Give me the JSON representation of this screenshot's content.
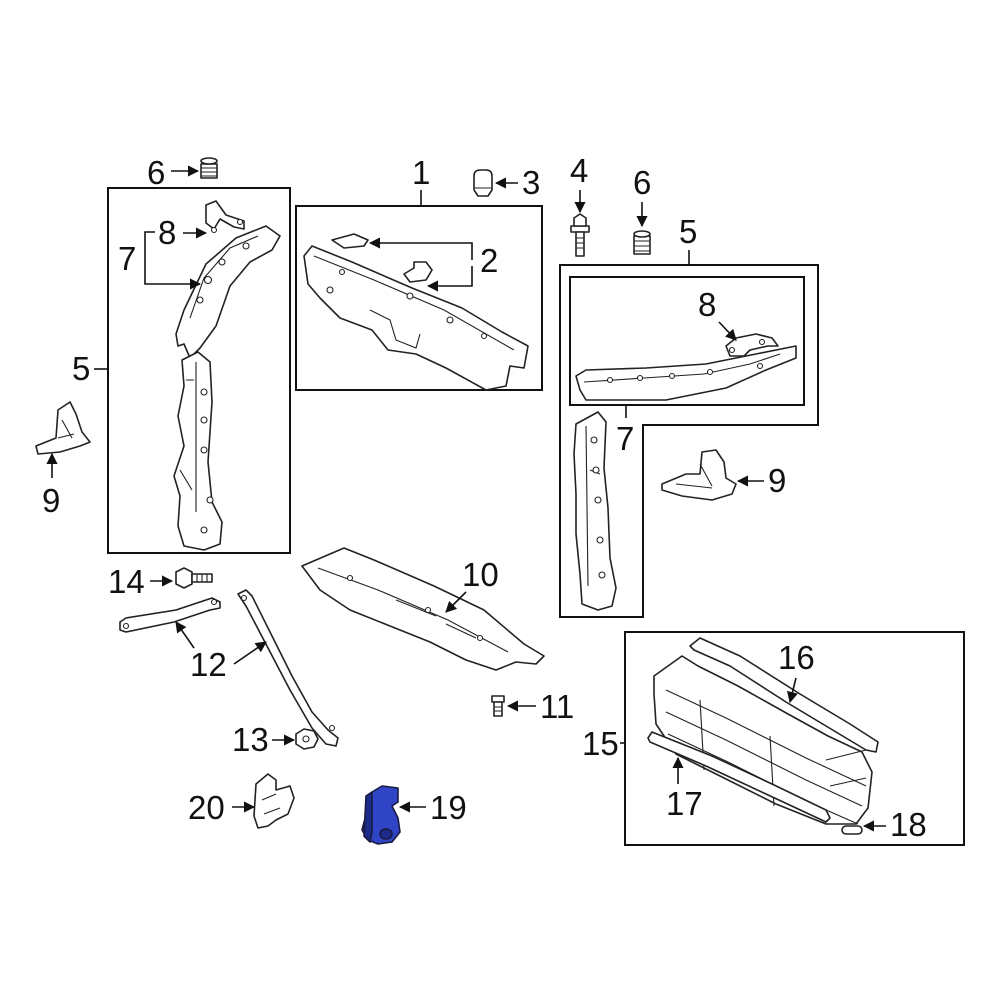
{
  "colors": {
    "line": "#222222",
    "highlight": "#2f45c6",
    "highlight_dark": "#1c2a8a",
    "background": "#ffffff"
  },
  "callouts": {
    "c1": "1",
    "c2": "2",
    "c3": "3",
    "c4": "4",
    "c5_left": "5",
    "c5_right": "5",
    "c6_left": "6",
    "c6_right": "6",
    "c7_left": "7",
    "c7_right": "7",
    "c8_left": "8",
    "c8_right": "8",
    "c9_left": "9",
    "c9_right": "9",
    "c10": "10",
    "c11": "11",
    "c12": "12",
    "c13": "13",
    "c14": "14",
    "c15": "15",
    "c16": "16",
    "c17": "17",
    "c18": "18",
    "c19": "19",
    "c20": "20"
  },
  "highlighted_part": "19"
}
